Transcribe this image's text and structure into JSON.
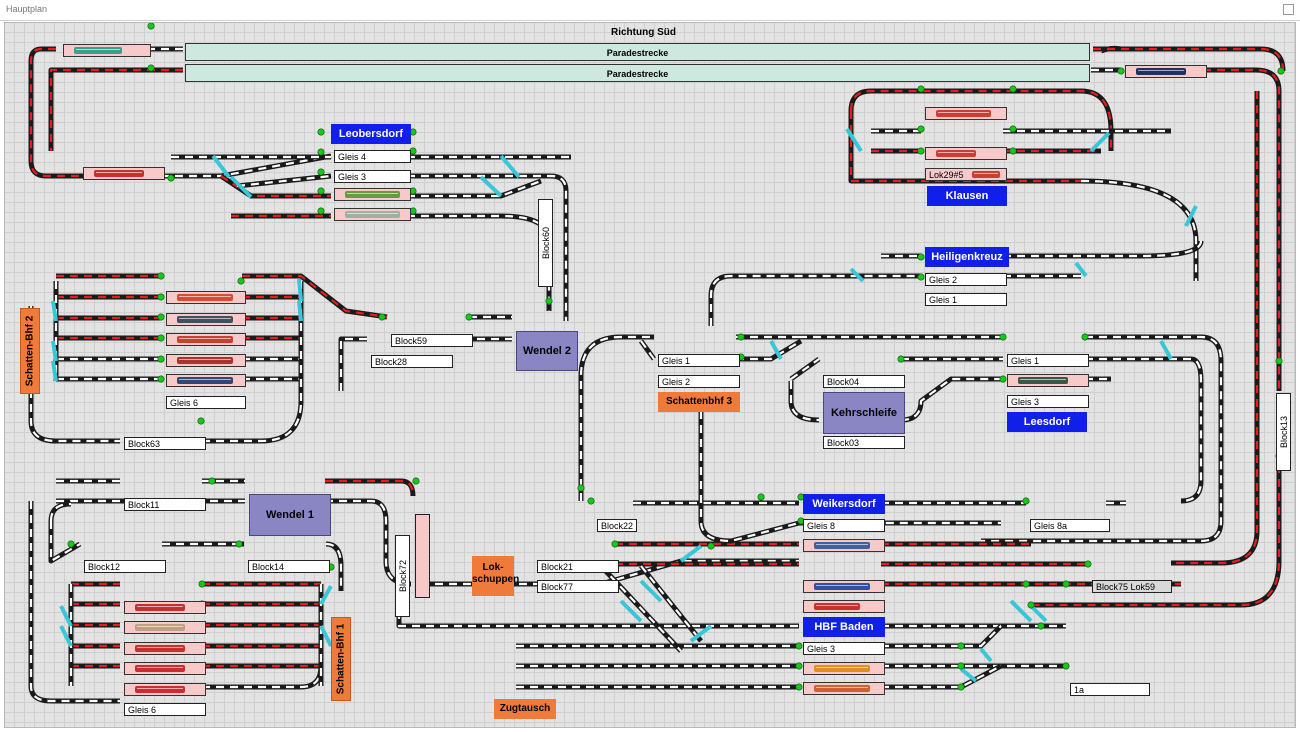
{
  "window": {
    "title": "Hauptplan"
  },
  "header": {
    "top_label": "Richtung Süd",
    "parade_1": "Paradestrecke",
    "parade_2": "Paradestrecke"
  },
  "stations": {
    "leobersdorf": "Leobersdorf",
    "klausen": "Klausen",
    "heiligenkreuz": "Heiligenkreuz",
    "leesdorf": "Leesdorf",
    "weikersdorf": "Weikersdorf",
    "hbf_baden": "HBF Baden",
    "wendel2": "Wendel 2",
    "wendel1": "Wendel 1",
    "kehrschleife": "Kehrschleife",
    "schattenbhf3": "Schattenbhf 3",
    "lokschuppen": "Lok-schuppen",
    "zugtausch": "Zugtausch",
    "schattenbhf2": "Schatten-Bhf 2",
    "schattenbhf1": "Schatten-Bhf 1"
  },
  "blocks": {
    "leo_gleis4": "Gleis 4",
    "leo_gleis3": "Gleis 3",
    "block59": "Block59",
    "block28": "Block28",
    "sb2_gleis6": "Gleis 6",
    "block63": "Block63",
    "hk_gleis2": "Gleis 2",
    "hk_gleis1": "Gleis 1",
    "sb3_gleis1": "Gleis 1",
    "sb3_gleis2": "Gleis 2",
    "block04": "Block04",
    "block03": "Block03",
    "lee_gleis1": "Gleis 1",
    "lee_gleis3": "Gleis 3",
    "block11": "Block11",
    "block12": "Block12",
    "block14": "Block14",
    "sb1_gleis6": "Gleis 6",
    "block22": "Block22",
    "block21": "Block21",
    "block77": "Block77",
    "wk_gleis8": "Gleis 8",
    "wk_gleis8a": "Gleis 8a",
    "block75": "Block75 Lok59",
    "hbf_gleis3": "Gleis 3",
    "block_1a": "1a",
    "block60": "Block60",
    "block72": "Block72",
    "block13": "Block13",
    "klausen_lok": "Lok29#5"
  },
  "colors": {
    "rail": "#1a1a1a",
    "occupied": "#e02020",
    "switch": "#38c6d8",
    "signal_green": "#18c818",
    "station": "#1020e8",
    "shadow": "#f07a3a",
    "wendel": "#8a86c4"
  }
}
